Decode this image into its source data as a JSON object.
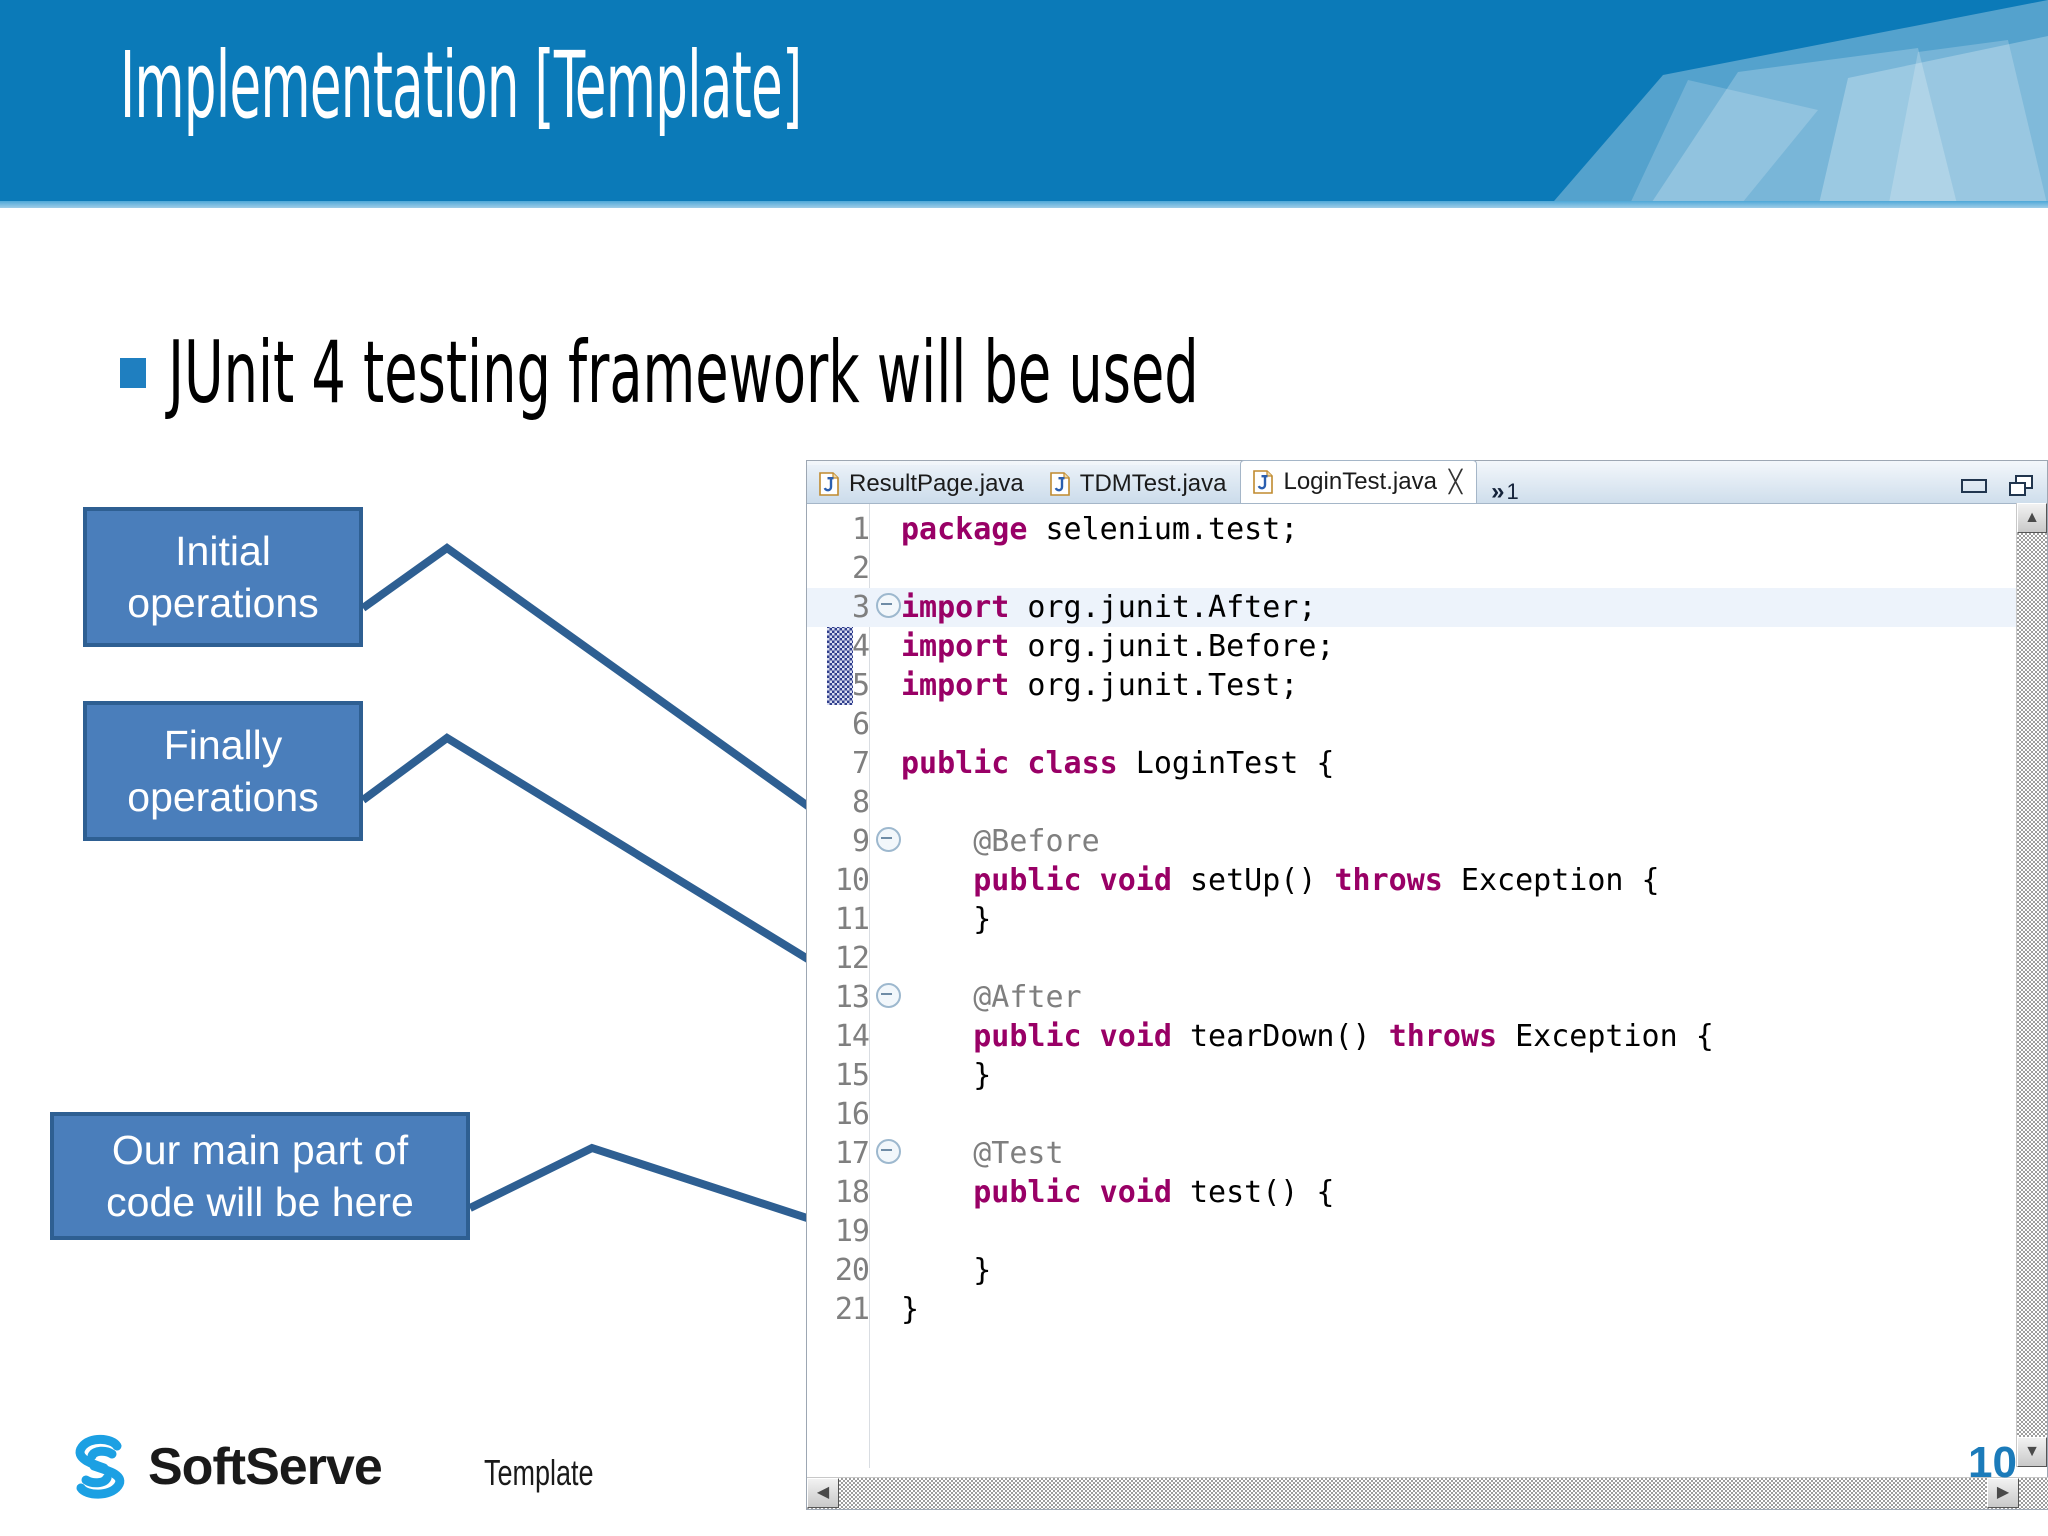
{
  "header": {
    "title": "Implementation [Template]",
    "bg_color": "#0B7AB8",
    "accent_color": "#4FA8D8"
  },
  "bullet": {
    "marker_color": "#1F7FC0",
    "text": "JUnit 4 testing framework will be used"
  },
  "callouts": [
    {
      "text": "Initial operations",
      "fill": "#4A7EBB",
      "border": "#2E5F92"
    },
    {
      "text": "Finally operations",
      "fill": "#4A7EBB",
      "border": "#2E5F92"
    },
    {
      "text": "Our main part of code will be here",
      "fill": "#4A7EBB",
      "border": "#2E5F92"
    }
  ],
  "arrows": {
    "color": "#2E5F92",
    "targets": [
      "line-11-closing-brace",
      "line-15-closing-brace",
      "line-19-body"
    ]
  },
  "editor": {
    "tabs": [
      {
        "label": "ResultPage.java",
        "icon": "java-file-icon",
        "active": false,
        "closable": false
      },
      {
        "label": "TDMTest.java",
        "icon": "java-file-icon",
        "active": false,
        "closable": false
      },
      {
        "label": "LoginTest.java",
        "icon": "java-file-icon",
        "active": true,
        "closable": true,
        "close_glyph": "╳"
      }
    ],
    "overflow": {
      "chevron": "»",
      "count": "1"
    },
    "window_buttons": {
      "minimize": "minimize-button",
      "restore": "restore-button"
    },
    "highlighted_line": 3,
    "marker_lines": [
      3,
      5
    ],
    "fold_lines": [
      3,
      9,
      13,
      17
    ],
    "keyword_color": "#990066",
    "annotation_color": "#7F7F7F",
    "highlight_color": "#EDF3FB",
    "lines": [
      {
        "n": "1",
        "tokens": [
          {
            "t": "package",
            "c": "kw"
          },
          {
            "t": " selenium.test;",
            "c": ""
          }
        ]
      },
      {
        "n": "2",
        "tokens": []
      },
      {
        "n": "3",
        "tokens": [
          {
            "t": "import",
            "c": "kw"
          },
          {
            "t": " org.junit.After;",
            "c": ""
          }
        ]
      },
      {
        "n": "4",
        "tokens": [
          {
            "t": "import",
            "c": "kw"
          },
          {
            "t": " org.junit.Before;",
            "c": ""
          }
        ]
      },
      {
        "n": "5",
        "tokens": [
          {
            "t": "import",
            "c": "kw"
          },
          {
            "t": " org.junit.Test;",
            "c": ""
          }
        ]
      },
      {
        "n": "6",
        "tokens": []
      },
      {
        "n": "7",
        "tokens": [
          {
            "t": "public class",
            "c": "kw"
          },
          {
            "t": " LoginTest {",
            "c": ""
          }
        ]
      },
      {
        "n": "8",
        "tokens": []
      },
      {
        "n": "9",
        "tokens": [
          {
            "t": "    @Before",
            "c": "ann"
          }
        ]
      },
      {
        "n": "10",
        "tokens": [
          {
            "t": "    ",
            "c": ""
          },
          {
            "t": "public void",
            "c": "kw"
          },
          {
            "t": " setUp() ",
            "c": ""
          },
          {
            "t": "throws",
            "c": "kw"
          },
          {
            "t": " Exception {",
            "c": ""
          }
        ]
      },
      {
        "n": "11",
        "tokens": [
          {
            "t": "    }",
            "c": ""
          }
        ]
      },
      {
        "n": "12",
        "tokens": []
      },
      {
        "n": "13",
        "tokens": [
          {
            "t": "    @After",
            "c": "ann"
          }
        ]
      },
      {
        "n": "14",
        "tokens": [
          {
            "t": "    ",
            "c": ""
          },
          {
            "t": "public void",
            "c": "kw"
          },
          {
            "t": " tearDown() ",
            "c": ""
          },
          {
            "t": "throws",
            "c": "kw"
          },
          {
            "t": " Exception {",
            "c": ""
          }
        ]
      },
      {
        "n": "15",
        "tokens": [
          {
            "t": "    }",
            "c": ""
          }
        ]
      },
      {
        "n": "16",
        "tokens": []
      },
      {
        "n": "17",
        "tokens": [
          {
            "t": "    @Test",
            "c": "ann"
          }
        ]
      },
      {
        "n": "18",
        "tokens": [
          {
            "t": "    ",
            "c": ""
          },
          {
            "t": "public void",
            "c": "kw"
          },
          {
            "t": " test() {",
            "c": ""
          }
        ]
      },
      {
        "n": "19",
        "tokens": []
      },
      {
        "n": "20",
        "tokens": [
          {
            "t": "    }",
            "c": ""
          }
        ]
      },
      {
        "n": "21",
        "tokens": [
          {
            "t": "}",
            "c": ""
          }
        ]
      }
    ],
    "scroll": {
      "up_glyph": "▲",
      "down_glyph": "▼",
      "left_glyph": "◀",
      "right_glyph": "▶"
    }
  },
  "footer": {
    "logo_text": "SoftServe",
    "logo_color": "#1CA0E3",
    "label": "Template",
    "page_number": "10",
    "page_number_color": "#1B7BBA"
  }
}
